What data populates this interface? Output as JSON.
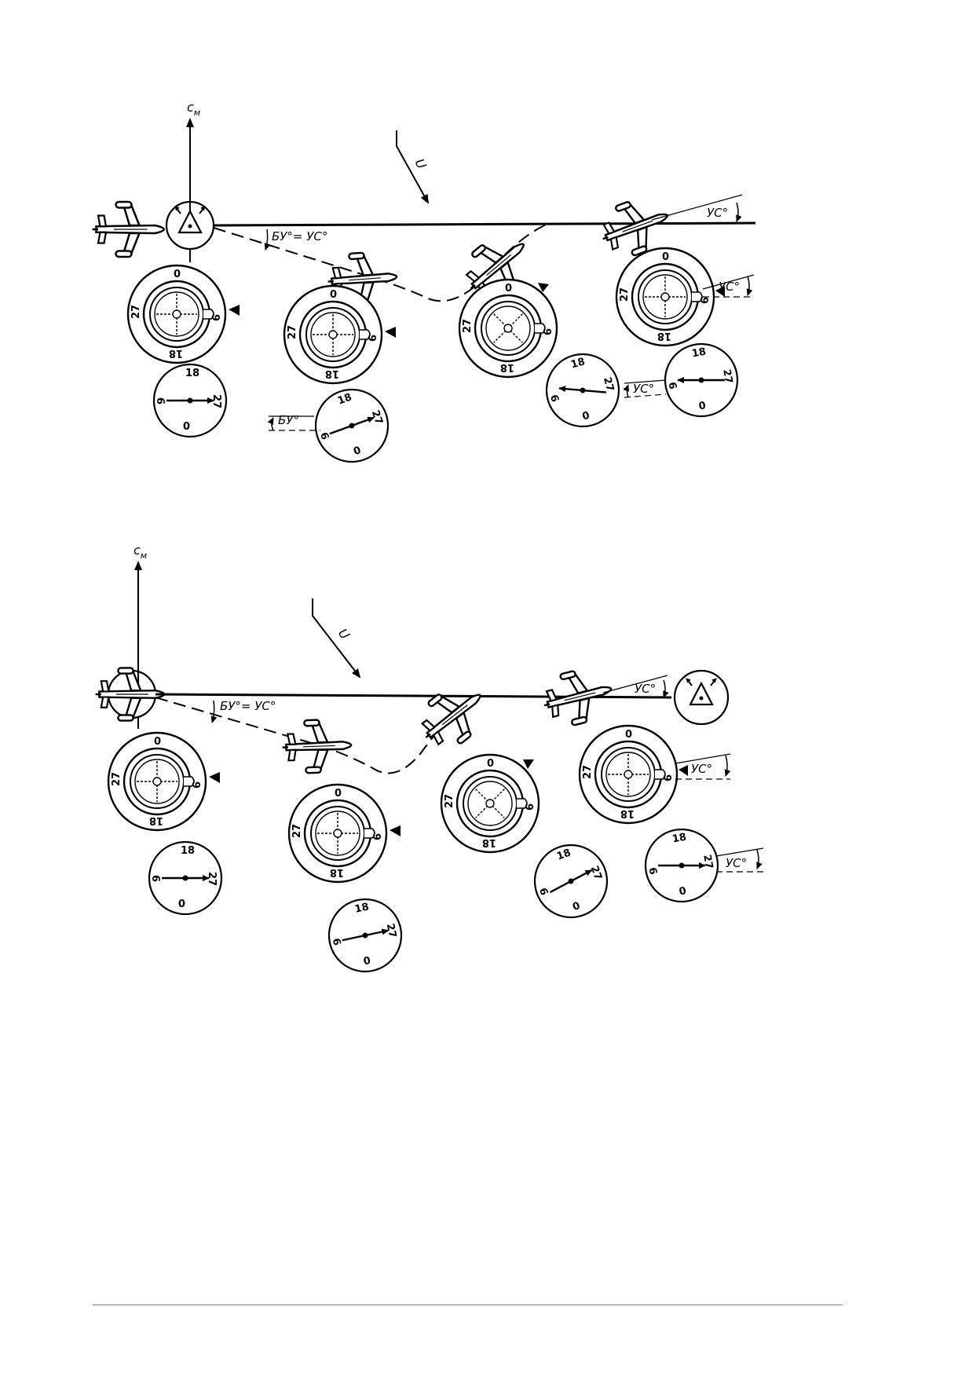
{
  "diagrams": [
    {
      "meridian_label": "с",
      "meridian_subscript": "м",
      "wind_label": "U",
      "drift_label": "БУ°= УС°",
      "heading_labels": [
        "УС°",
        "УС°",
        "УС°"
      ],
      "bearing_label": "БУ°",
      "dial_marks": [
        "0",
        "9",
        "18",
        "27"
      ]
    },
    {
      "meridian_label": "с",
      "meridian_subscript": "м",
      "wind_label": "U",
      "drift_label": "БУ°= УС°",
      "heading_labels": [
        "УС°",
        "УС°",
        "УС°"
      ],
      "dial_marks": [
        "0",
        "9",
        "18",
        "27"
      ]
    }
  ]
}
